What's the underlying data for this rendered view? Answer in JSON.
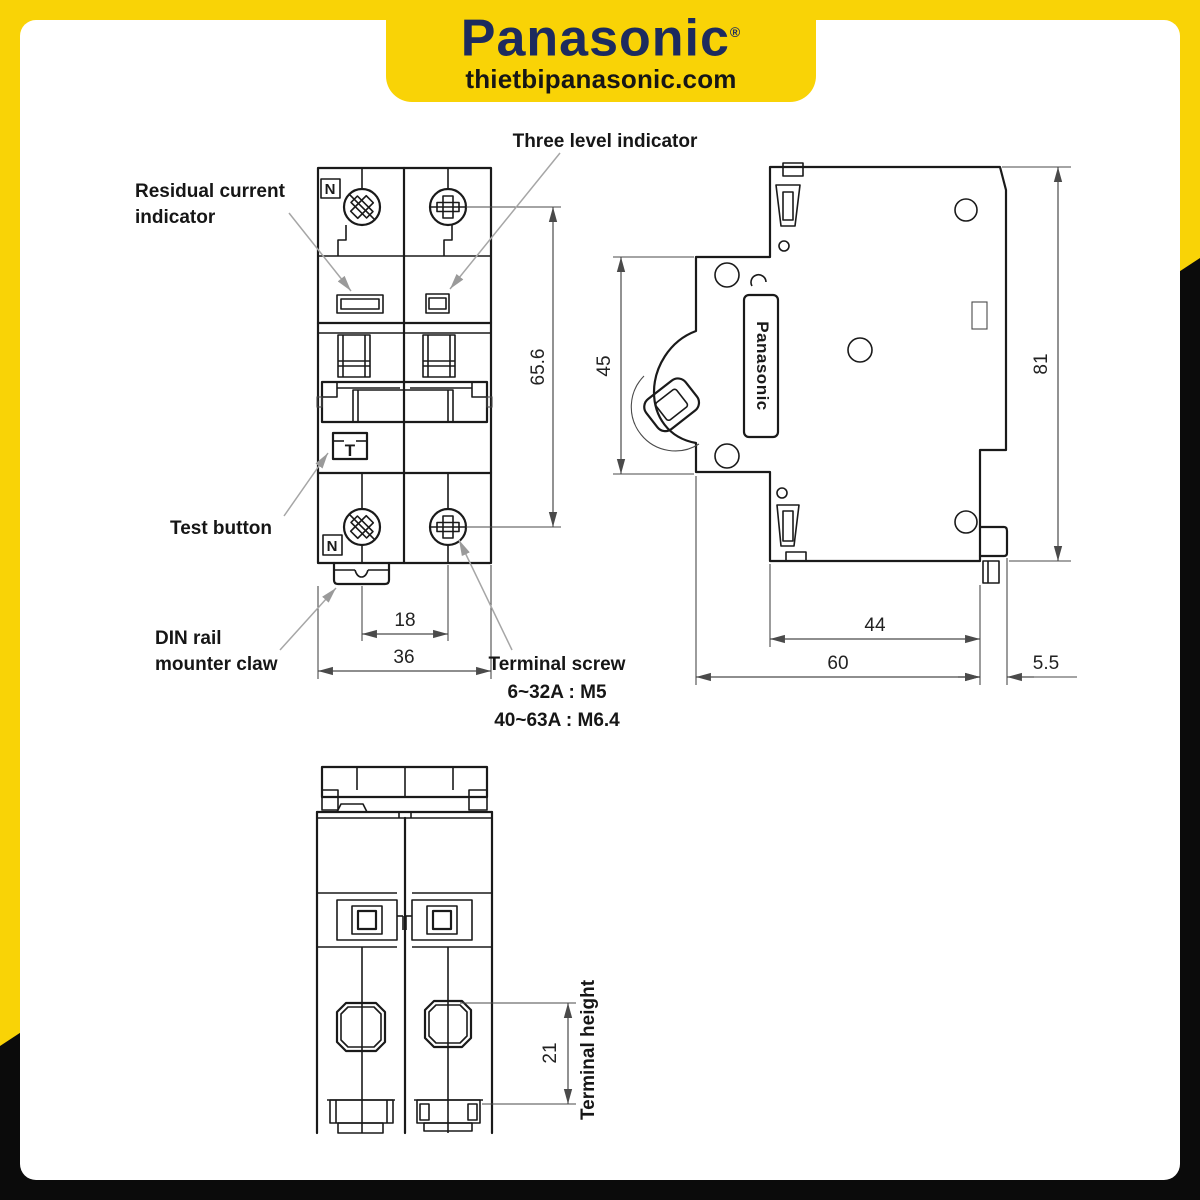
{
  "header": {
    "logo_text": "Panasonic",
    "registered_mark": "®",
    "website": "thietbipanasonic.com"
  },
  "front_view": {
    "labels": {
      "residual_current_indicator": [
        "Residual current",
        "indicator"
      ],
      "three_level_indicator": "Three level indicator",
      "test_button": "Test button",
      "din_rail_mounter_claw": [
        "DIN rail",
        "mounter claw"
      ],
      "terminal_screw": [
        "Terminal screw",
        "6~32A : M5",
        "40~63A : M6.4"
      ],
      "neutral_marking_top": "N",
      "neutral_marking_bottom": "N",
      "test_marking": "T"
    },
    "dimensions": {
      "height": "65.6",
      "pole_pitch": "18",
      "width": "36"
    }
  },
  "side_view": {
    "label_on_device": "Panasonic",
    "dimensions": {
      "front_height": "45",
      "total_height": "81",
      "body_depth": "44",
      "total_depth": "60",
      "din_claw_depth": "5.5"
    }
  },
  "bottom_view": {
    "labels": {
      "terminal_height": "Terminal height"
    },
    "dimensions": {
      "terminal_height": "21"
    }
  },
  "colors": {
    "brand_yellow": "#F9D306",
    "brand_navy": "#1D2B5E",
    "accent_black": "#0B0B0B",
    "drawing_line": "#1a1a1a"
  }
}
